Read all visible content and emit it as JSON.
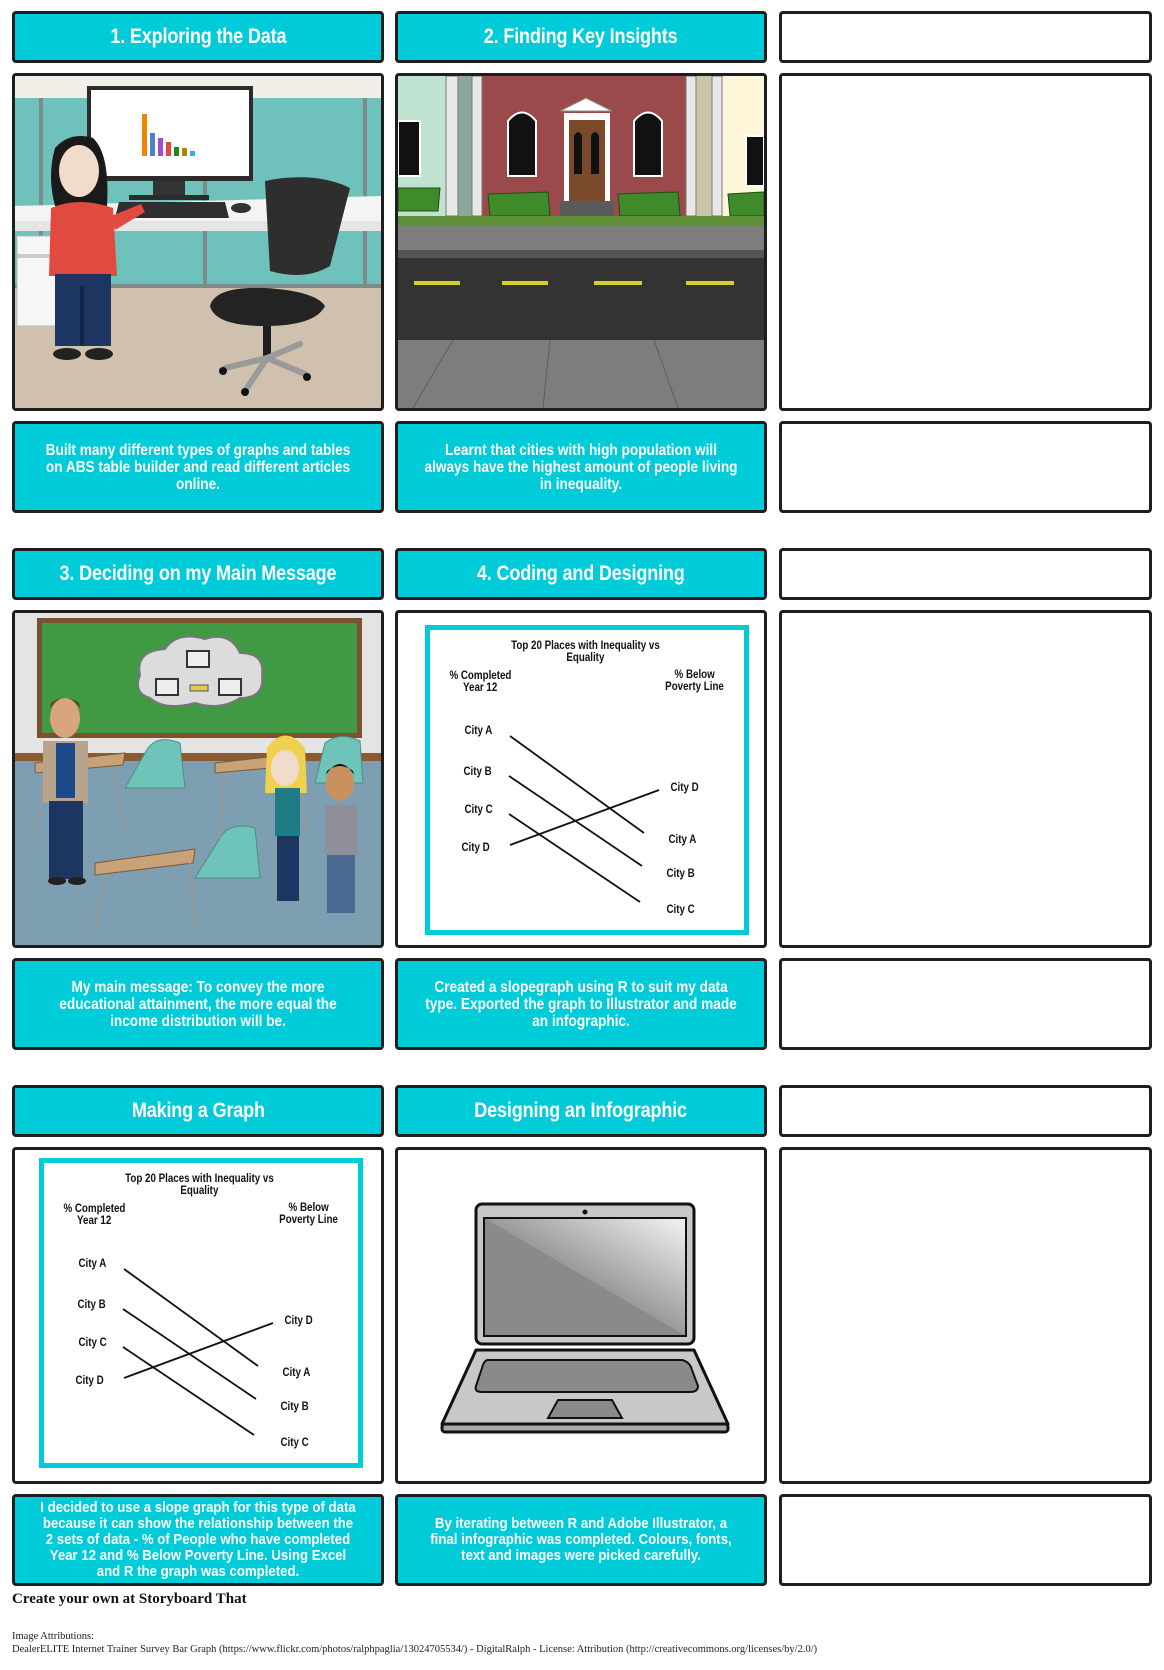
{
  "colors": {
    "accent": "#00cbd8",
    "border": "#1e1e1e",
    "text_on_accent": "#ffffff"
  },
  "storyboard": {
    "rows": [
      {
        "cells": [
          {
            "title": "1. Exploring the Data",
            "scene": "office-scene",
            "caption": "Built many different types of graphs and tables on ABS table builder and read different articles online."
          },
          {
            "title": "2. Finding Key Insights",
            "scene": "street-house-scene",
            "caption": "Learnt that cities with high population will always have the highest amount of people living in inequality."
          },
          {
            "title": "",
            "scene": "empty",
            "caption": ""
          }
        ]
      },
      {
        "cells": [
          {
            "title": "3. Deciding on my Main Message",
            "scene": "classroom-scene",
            "caption": "My main message: To convey the more educational attainment, the more equal the income distribution will be."
          },
          {
            "title": "4. Coding and Designing",
            "scene": "slopegraph",
            "caption": "Created a slopegraph using R to suit my data type. Exported the graph to Illustrator and made an infographic."
          },
          {
            "title": "",
            "scene": "empty",
            "caption": ""
          }
        ]
      },
      {
        "cells": [
          {
            "title": "Making a Graph",
            "scene": "slopegraph",
            "caption": "I decided to use a slope graph for this type of data because it can show the relationship between the 2 sets of data - % of People who have completed Year 12 and % Below Poverty Line. Using Excel and R the graph was completed."
          },
          {
            "title": "Designing an Infographic",
            "scene": "laptop",
            "caption": "By iterating between R and Adobe Illustrator, a final infographic was completed. Colours, fonts, text and images were picked carefully."
          },
          {
            "title": "",
            "scene": "empty",
            "caption": ""
          }
        ]
      }
    ]
  },
  "slopegraph": {
    "title_line1": "Top 20 Places with Inequality vs",
    "title_line2": "Equality",
    "left_axis_line1": "% Completed",
    "left_axis_line2": "Year 12",
    "right_axis_line1": "% Below",
    "right_axis_line2": "Poverty Line",
    "left_labels": [
      "City A",
      "City B",
      "City C",
      "City D"
    ],
    "right_labels": [
      "City D",
      "City A",
      "City B",
      "City C"
    ]
  },
  "chart_data": {
    "type": "line",
    "title": "Top 20 Places with Inequality vs Equality",
    "xlabel": "",
    "ylabel": "",
    "categories": [
      "% Completed Year 12",
      "% Below Poverty Line"
    ],
    "series": [
      {
        "name": "City A",
        "values": [
          1,
          2
        ]
      },
      {
        "name": "City B",
        "values": [
          2,
          3
        ]
      },
      {
        "name": "City C",
        "values": [
          3,
          4
        ]
      },
      {
        "name": "City D",
        "values": [
          4,
          1
        ]
      }
    ],
    "notes": "Slopegraph showing rank order; values are rank positions (1 = top) read from label order, no numeric axis shown."
  },
  "footer": {
    "cta": "Create your own at Storyboard That",
    "attribution_label": "Image Attributions:",
    "attribution_text": "DealerELITE Internet Trainer Survey Bar Graph (https://www.flickr.com/photos/ralphpaglia/13024705534/) - DigitalRalph - License: Attribution (http://creativecommons.org/licenses/by/2.0/)"
  }
}
